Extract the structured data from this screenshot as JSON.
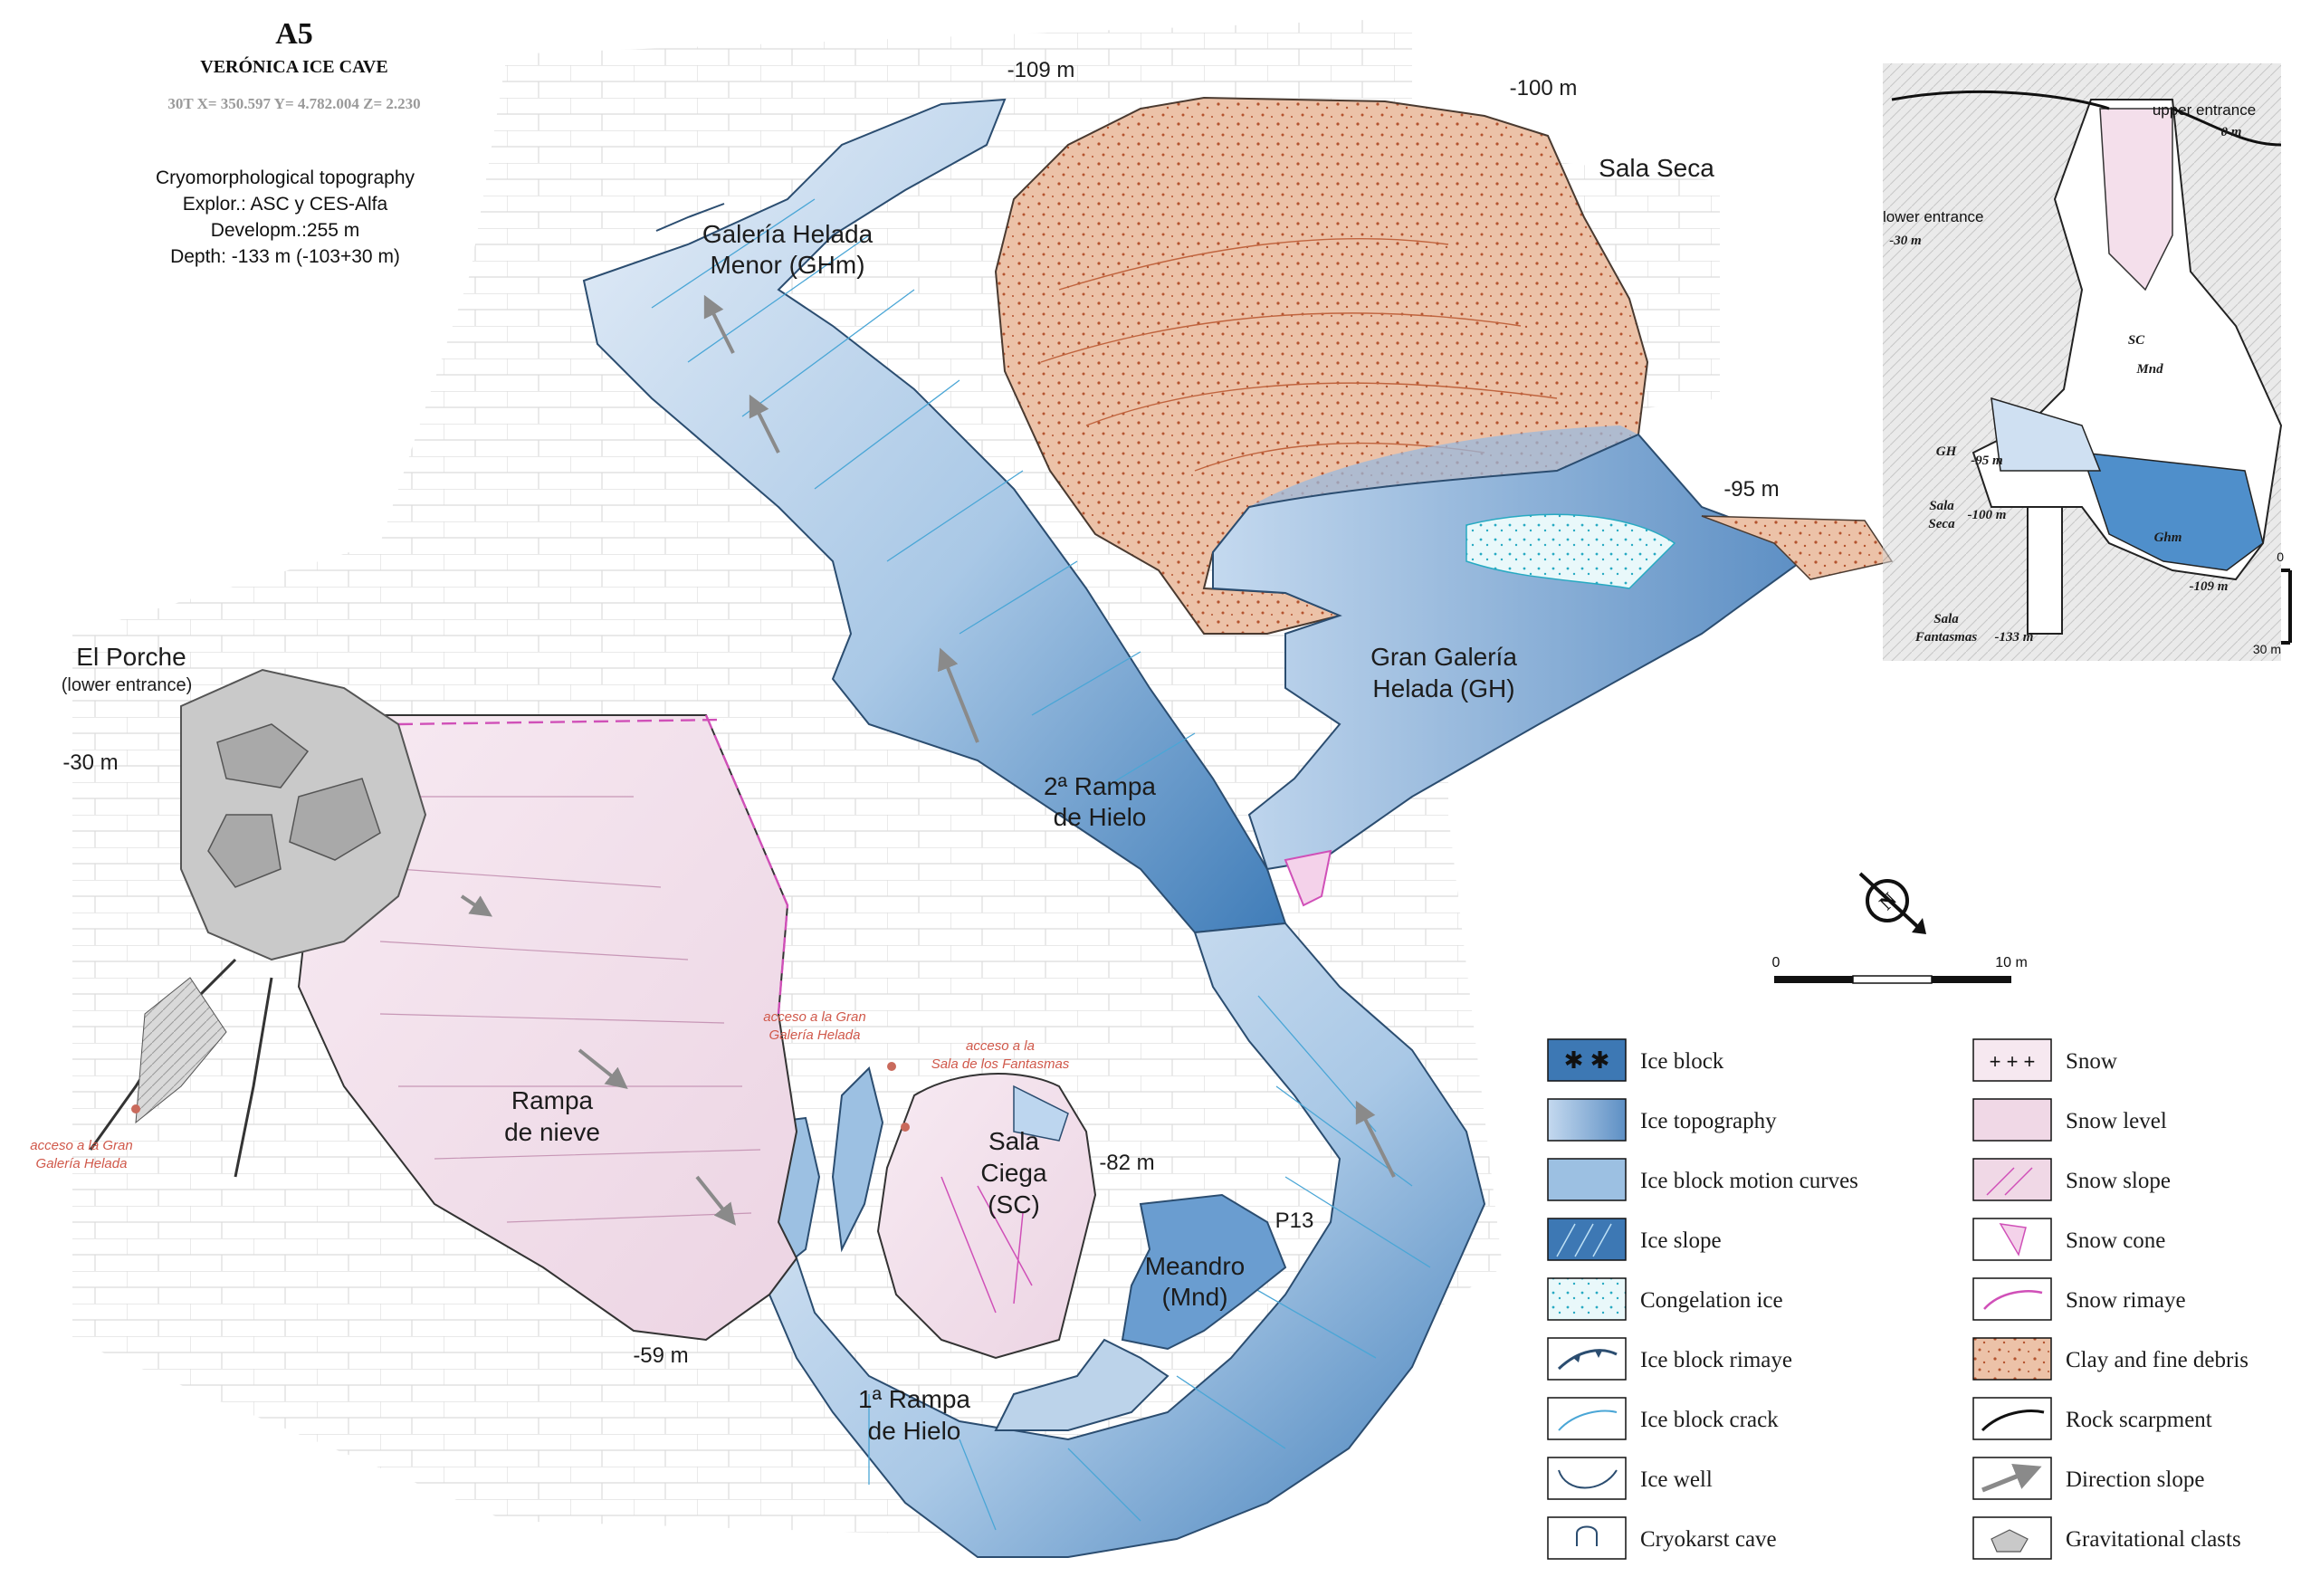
{
  "header": {
    "code": "A5",
    "cave_name": "VERÓNICA ICE CAVE",
    "coordinates": "30T X= 350.597  Y= 4.782.004  Z= 2.230",
    "info_lines": [
      "Cryomorphological topography",
      "Explor.: ASC y CES-Alfa",
      "Developm.:255 m",
      "Depth: -133 m (-103+30 m)"
    ]
  },
  "place_labels": {
    "el_porche": "El Porche",
    "lower_entrance": "(lower entrance)",
    "galeria_helada_menor_1": "Galería Helada",
    "galeria_helada_menor_2": "Menor (GHm)",
    "sala_seca": "Sala Seca",
    "gran_galeria_1": "Gran Galería",
    "gran_galeria_2": "Helada (GH)",
    "rampa_hielo2_1": "2ª Rampa",
    "rampa_hielo2_2": "de Hielo",
    "rampa_nieve_1": "Rampa",
    "rampa_nieve_2": "de nieve",
    "sala_ciega_1": "Sala",
    "sala_ciega_2": "Ciega",
    "sala_ciega_3": "(SC)",
    "meandro_1": "Meandro",
    "meandro_2": "(Mnd)",
    "p13": "P13",
    "rampa_hielo1_1": "1ª Rampa",
    "rampa_hielo1_2": "de Hielo"
  },
  "depth_labels": {
    "d109": "-109 m",
    "d100": "-100 m",
    "d95": "-95 m",
    "d30": "-30 m",
    "d82": "-82 m",
    "d59": "-59 m"
  },
  "access_notes": {
    "gran_galeria_left_1": "acceso a la Gran",
    "gran_galeria_left_2": "Galería Helada",
    "gran_galeria_mid_1": "acceso a la Gran",
    "gran_galeria_mid_2": "Galería Helada",
    "fantasmas_1": "acceso a la",
    "fantasmas_2": "Sala de los Fantasmas"
  },
  "scale_bar": {
    "start": "0",
    "end": "10 m"
  },
  "north_symbol": "N",
  "inset": {
    "upper_entrance": "upper entrance",
    "upper_depth": "0 m",
    "lower_entrance": "lower entrance",
    "lower_depth": "-30 m",
    "sc": "SC",
    "mnd": "Mnd",
    "gh": "GH",
    "gh_depth": "-95 m",
    "sala_seca_1": "Sala",
    "sala_seca_2": "Seca",
    "sala_seca_depth": "-100 m",
    "ghm": "Ghm",
    "ghm_depth": "-109 m",
    "fantasmas_1": "Sala",
    "fantasmas_2": "Fantasmas",
    "fantasmas_depth": "-133 m",
    "vscale_0": "0",
    "vscale_30": "30 m"
  },
  "legend": {
    "left": [
      "Ice block",
      "Ice topography",
      "Ice block motion curves",
      "Ice slope",
      "Congelation ice",
      "Ice block rimaye",
      "Ice block crack",
      "Ice well",
      "Cryokarst cave"
    ],
    "right": [
      "Snow",
      "Snow level",
      "Snow slope",
      "Snow cone",
      "Snow rimaye",
      "Clay and fine debris",
      "Rock scarpment",
      "Direction slope",
      "Gravitational clasts"
    ]
  },
  "colors": {
    "ice_light": "#dfe9f5",
    "ice_mid": "#9cc0e2",
    "ice_dark": "#3d78b4",
    "snow": "#f3e2ec",
    "snow_line": "#d27fc0",
    "clay": "#e7b69a",
    "clay_dot": "#b4532e",
    "rock": "#c9c9c9",
    "congelation": "#9fe0e8",
    "red_note": "#d0584a"
  }
}
